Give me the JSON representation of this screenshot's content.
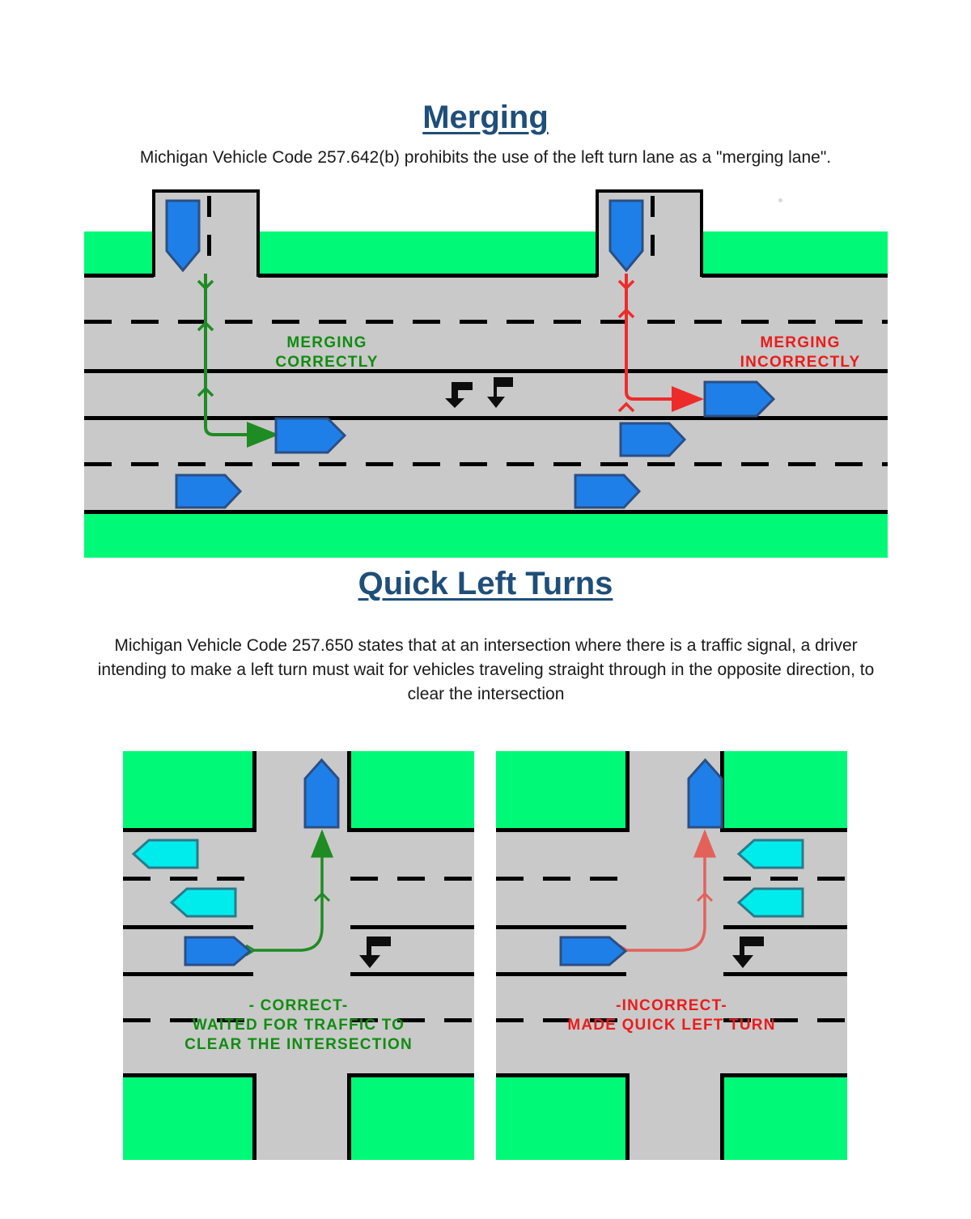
{
  "document": {
    "sections": [
      {
        "id": "merging",
        "title": "Merging",
        "paragraph": "Michigan Vehicle Code 257.642(b) prohibits the use of the left turn lane as a \"merging lane\"."
      },
      {
        "id": "quick-left-turns",
        "title": "Quick Left Turns",
        "paragraph": "Michigan Vehicle Code 257.650 states that at an intersection where there is a traffic signal, a driver intending to make a left turn must wait for vehicles traveling straight through in the opposite direction, to clear the intersection"
      }
    ]
  },
  "merging_diagram": {
    "left_label": "MERGING\nCORRECTLY",
    "right_label": "MERGING\nINCORRECTLY",
    "left_label_color": "#118c11",
    "right_label_color": "#ea1c1c",
    "left_path_color": "#1f8b23",
    "right_path_color": "#ee2b2b",
    "road_color": "#c9c9c9",
    "grass_color": "#00f977",
    "vehicle_color": "#1f7fe8"
  },
  "intersection_left": {
    "label": "- CORRECT-\nWAITED FOR TRAFFIC TO\nCLEAR THE INTERSECTION",
    "label_color": "#118c11",
    "path_color": "#1f8b23"
  },
  "intersection_right": {
    "label": "-INCORRECT-\nMADE QUICK LEFT TURN",
    "label_color": "#ea1c1c",
    "path_color": "#e4615b"
  },
  "legend": {
    "turning_vehicle_color": "#1f7fe8",
    "oncoming_vehicle_color": "#00ecec",
    "pavement_marking_color": "#000000"
  }
}
